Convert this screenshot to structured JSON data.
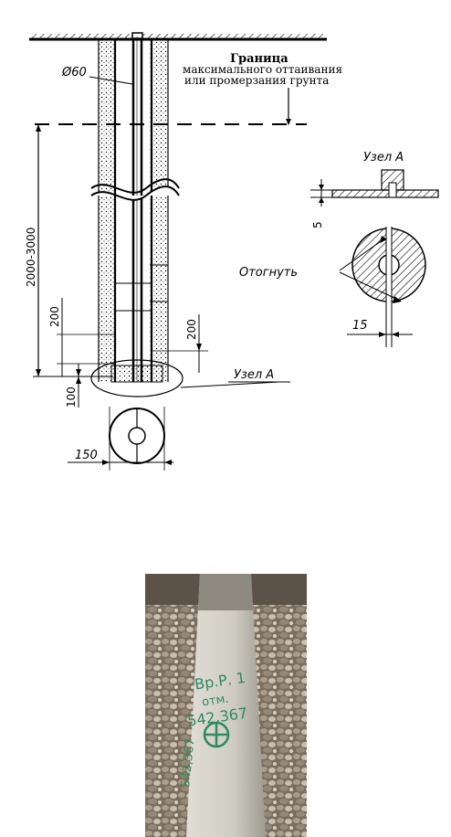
{
  "drawing": {
    "note_line1": "Граница",
    "note_line2": "максимального оттаивания",
    "note_line3": "или промерзания грунта",
    "pipe_diameter": "Ø60",
    "depth_range": "2000-3000",
    "dim_200_left": "200",
    "dim_200_right": "200",
    "dim_100": "100",
    "dim_150_bottom": "150",
    "node_a_label": "Узел А",
    "node_a_detail_title": "Узел А",
    "dim_5": "5",
    "bend_label": "Отогнуть",
    "dim_15": "15"
  },
  "photo": {
    "marking_line1": "Вр.Р. 1",
    "marking_line2": "отм.",
    "marking_line3": "542,367",
    "side_marking": "542,367",
    "colors": {
      "concrete": "#c9c6bd",
      "gravel": "#8a7d6c",
      "paint": "#2f8a62",
      "sky_soil": "#5a5046"
    }
  }
}
